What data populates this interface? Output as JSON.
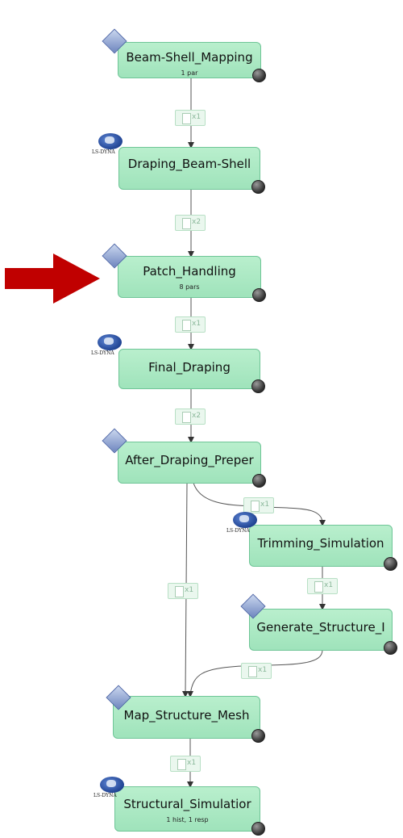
{
  "nodes": [
    {
      "id": "beam-shell-mapping",
      "title": "Beam-Shell_Mapping",
      "sub": "1 par",
      "icon": "diamond-icon"
    },
    {
      "id": "draping-beam-shell",
      "title": "Draping_Beam-Shell",
      "sub": "",
      "icon": "ls-dyna-globe-icon"
    },
    {
      "id": "patch-handling",
      "title": "Patch_Handling",
      "sub": "8 pars",
      "icon": "diamond-icon"
    },
    {
      "id": "final-draping",
      "title": "Final_Draping",
      "sub": "",
      "icon": "ls-dyna-globe-icon"
    },
    {
      "id": "after-draping-prepare",
      "title": "After_Draping_Preper",
      "sub": "",
      "icon": "diamond-icon"
    },
    {
      "id": "trimming-simulation",
      "title": "Trimming_Simulation",
      "sub": "",
      "icon": "ls-dyna-globe-icon"
    },
    {
      "id": "generate-structure",
      "title": "Generate_Structure_I",
      "sub": "",
      "icon": "diamond-icon"
    },
    {
      "id": "map-structure-mesh",
      "title": "Map_Structure_Mesh",
      "sub": "",
      "icon": "diamond-icon"
    },
    {
      "id": "structural-simulation",
      "title": "Structural_Simulatior",
      "sub": "1 hist, 1 resp",
      "icon": "ls-dyna-globe-icon"
    }
  ],
  "badges": [
    "x1",
    "x2",
    "x1",
    "x2",
    "x1",
    "x1",
    "x1",
    "x1",
    "x1"
  ],
  "icon_caption": "LS-DYNA",
  "colors": {
    "node_fill": "#a8e8c2",
    "node_border": "#6fc597",
    "arrow": "#c00000",
    "badge_text": "#8ab79a"
  }
}
